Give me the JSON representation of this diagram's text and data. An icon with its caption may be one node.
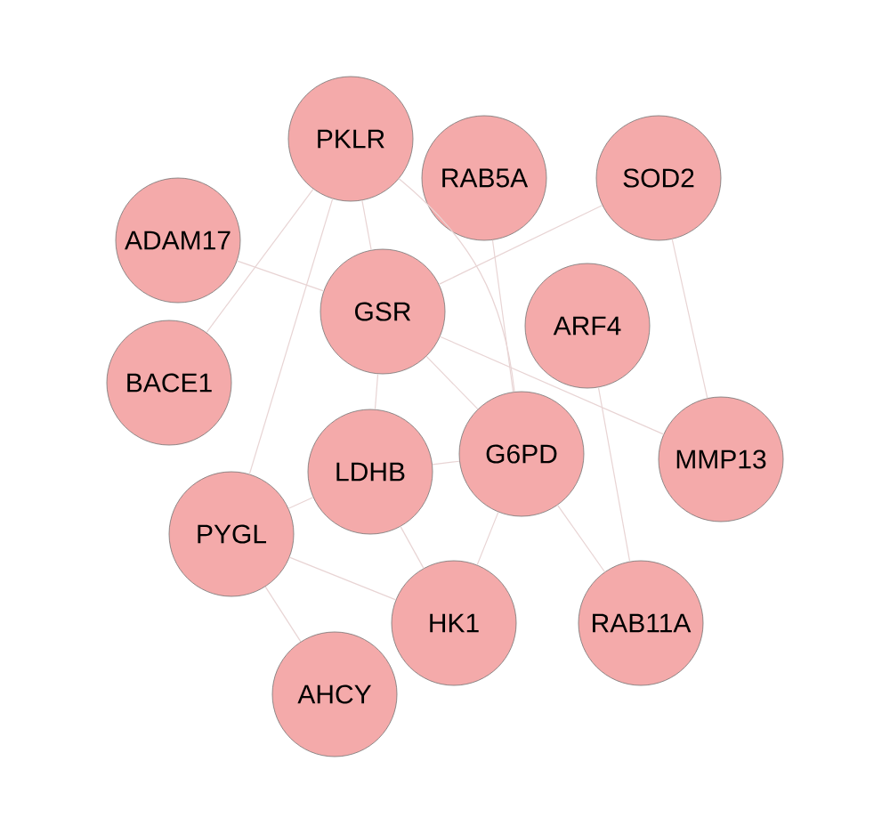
{
  "diagram": {
    "nodes": [
      {
        "text": [
          "PKLR"
        ]
      },
      {
        "text": [
          "RAB5A"
        ]
      },
      {
        "text": [
          "SOD2"
        ]
      },
      {
        "text": [
          "ADAM17"
        ]
      },
      {
        "text": [
          "GSR"
        ]
      },
      {
        "text": [
          "ARF4"
        ]
      },
      {
        "text": [
          "BACE1"
        ]
      },
      {
        "text": [
          "LDHB"
        ]
      },
      {
        "text": [
          "G6PD"
        ]
      },
      {
        "text": [
          "MMP13"
        ]
      },
      {
        "text": [
          "PYGL"
        ]
      },
      {
        "text": [
          "HK1"
        ]
      },
      {
        "text": [
          "RAB11A"
        ]
      },
      {
        "text": [
          "AHCY"
        ]
      }
    ],
    "edges": [
      {
        "from": 0,
        "to": 4,
        "arrow": "none"
      },
      {
        "from": 0,
        "to": 8,
        "arrow": "none"
      },
      {
        "from": 0,
        "to": 10,
        "arrow": "none"
      },
      {
        "from": 0,
        "to": 6,
        "arrow": "none"
      },
      {
        "from": 3,
        "to": 4,
        "arrow": "none"
      },
      {
        "from": 4,
        "to": 2,
        "arrow": "none"
      },
      {
        "from": 4,
        "to": 9,
        "arrow": "none"
      },
      {
        "from": 4,
        "to": 7,
        "arrow": "none"
      },
      {
        "from": 4,
        "to": 8,
        "arrow": "none"
      },
      {
        "from": 1,
        "to": 8,
        "arrow": "none"
      },
      {
        "from": 5,
        "to": 12,
        "arrow": "none"
      },
      {
        "from": 2,
        "to": 9,
        "arrow": "none"
      },
      {
        "from": 8,
        "to": 12,
        "arrow": "none"
      },
      {
        "from": 7,
        "to": 8,
        "arrow": "none"
      },
      {
        "from": 7,
        "to": 11,
        "arrow": "none"
      },
      {
        "from": 8,
        "to": 11,
        "arrow": "none"
      },
      {
        "from": 10,
        "to": 7,
        "arrow": "none"
      },
      {
        "from": 10,
        "to": 11,
        "arrow": "none"
      },
      {
        "from": 10,
        "to": 13,
        "arrow": "none"
      }
    ]
  }
}
